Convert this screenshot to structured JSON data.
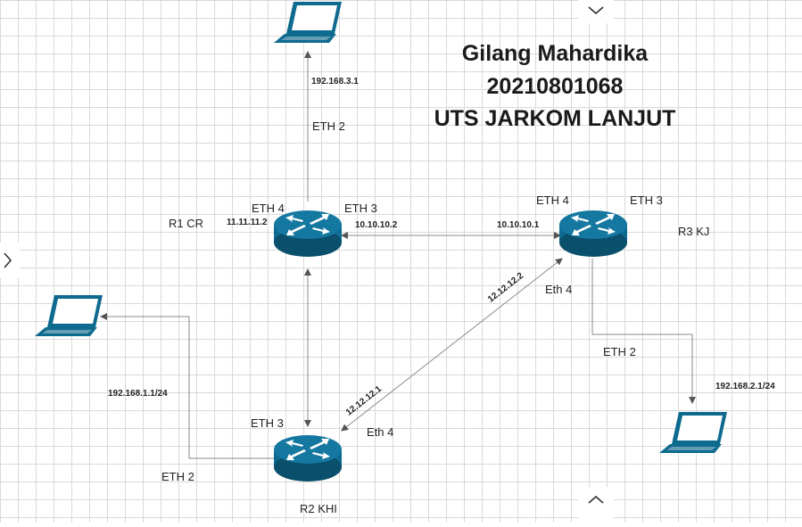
{
  "title": {
    "line1": "Gilang Mahardika",
    "line2": "20210801068",
    "line3": "UTS JARKOM LANJUT"
  },
  "routers": {
    "r1": "R1 CR",
    "r2": "R2 KHI",
    "r3": "R3 KJ"
  },
  "ports": {
    "r1_eth4": "ETH 4",
    "r1_eth3": "ETH 3",
    "r1_eth2": "ETH 2",
    "r3_eth4": "ETH 4",
    "r3_eth3": "ETH 3",
    "r3_eth4_lower": "Eth 4",
    "r3_eth2": "ETH 2",
    "r2_eth3": "ETH 3",
    "r2_eth4": "Eth 4",
    "r2_eth2": "ETH 2"
  },
  "ips": {
    "r1_lan": "192.168.3.1",
    "r1_eth4": "11.11.11.2",
    "r1_r3": "10.10.10.2",
    "r3_r1": "10.10.10.1",
    "r3_r2": "12.12.12.2",
    "r2_r3": "12.12.12.1",
    "r2_lan": "192.168.1.1/24",
    "r3_lan": "192.168.2.1/24"
  },
  "colors": {
    "router_fill": "#0e6a8e",
    "router_dark": "#0a4f6b",
    "laptop": "#0e6a8e",
    "link": "#8a8a8a"
  }
}
